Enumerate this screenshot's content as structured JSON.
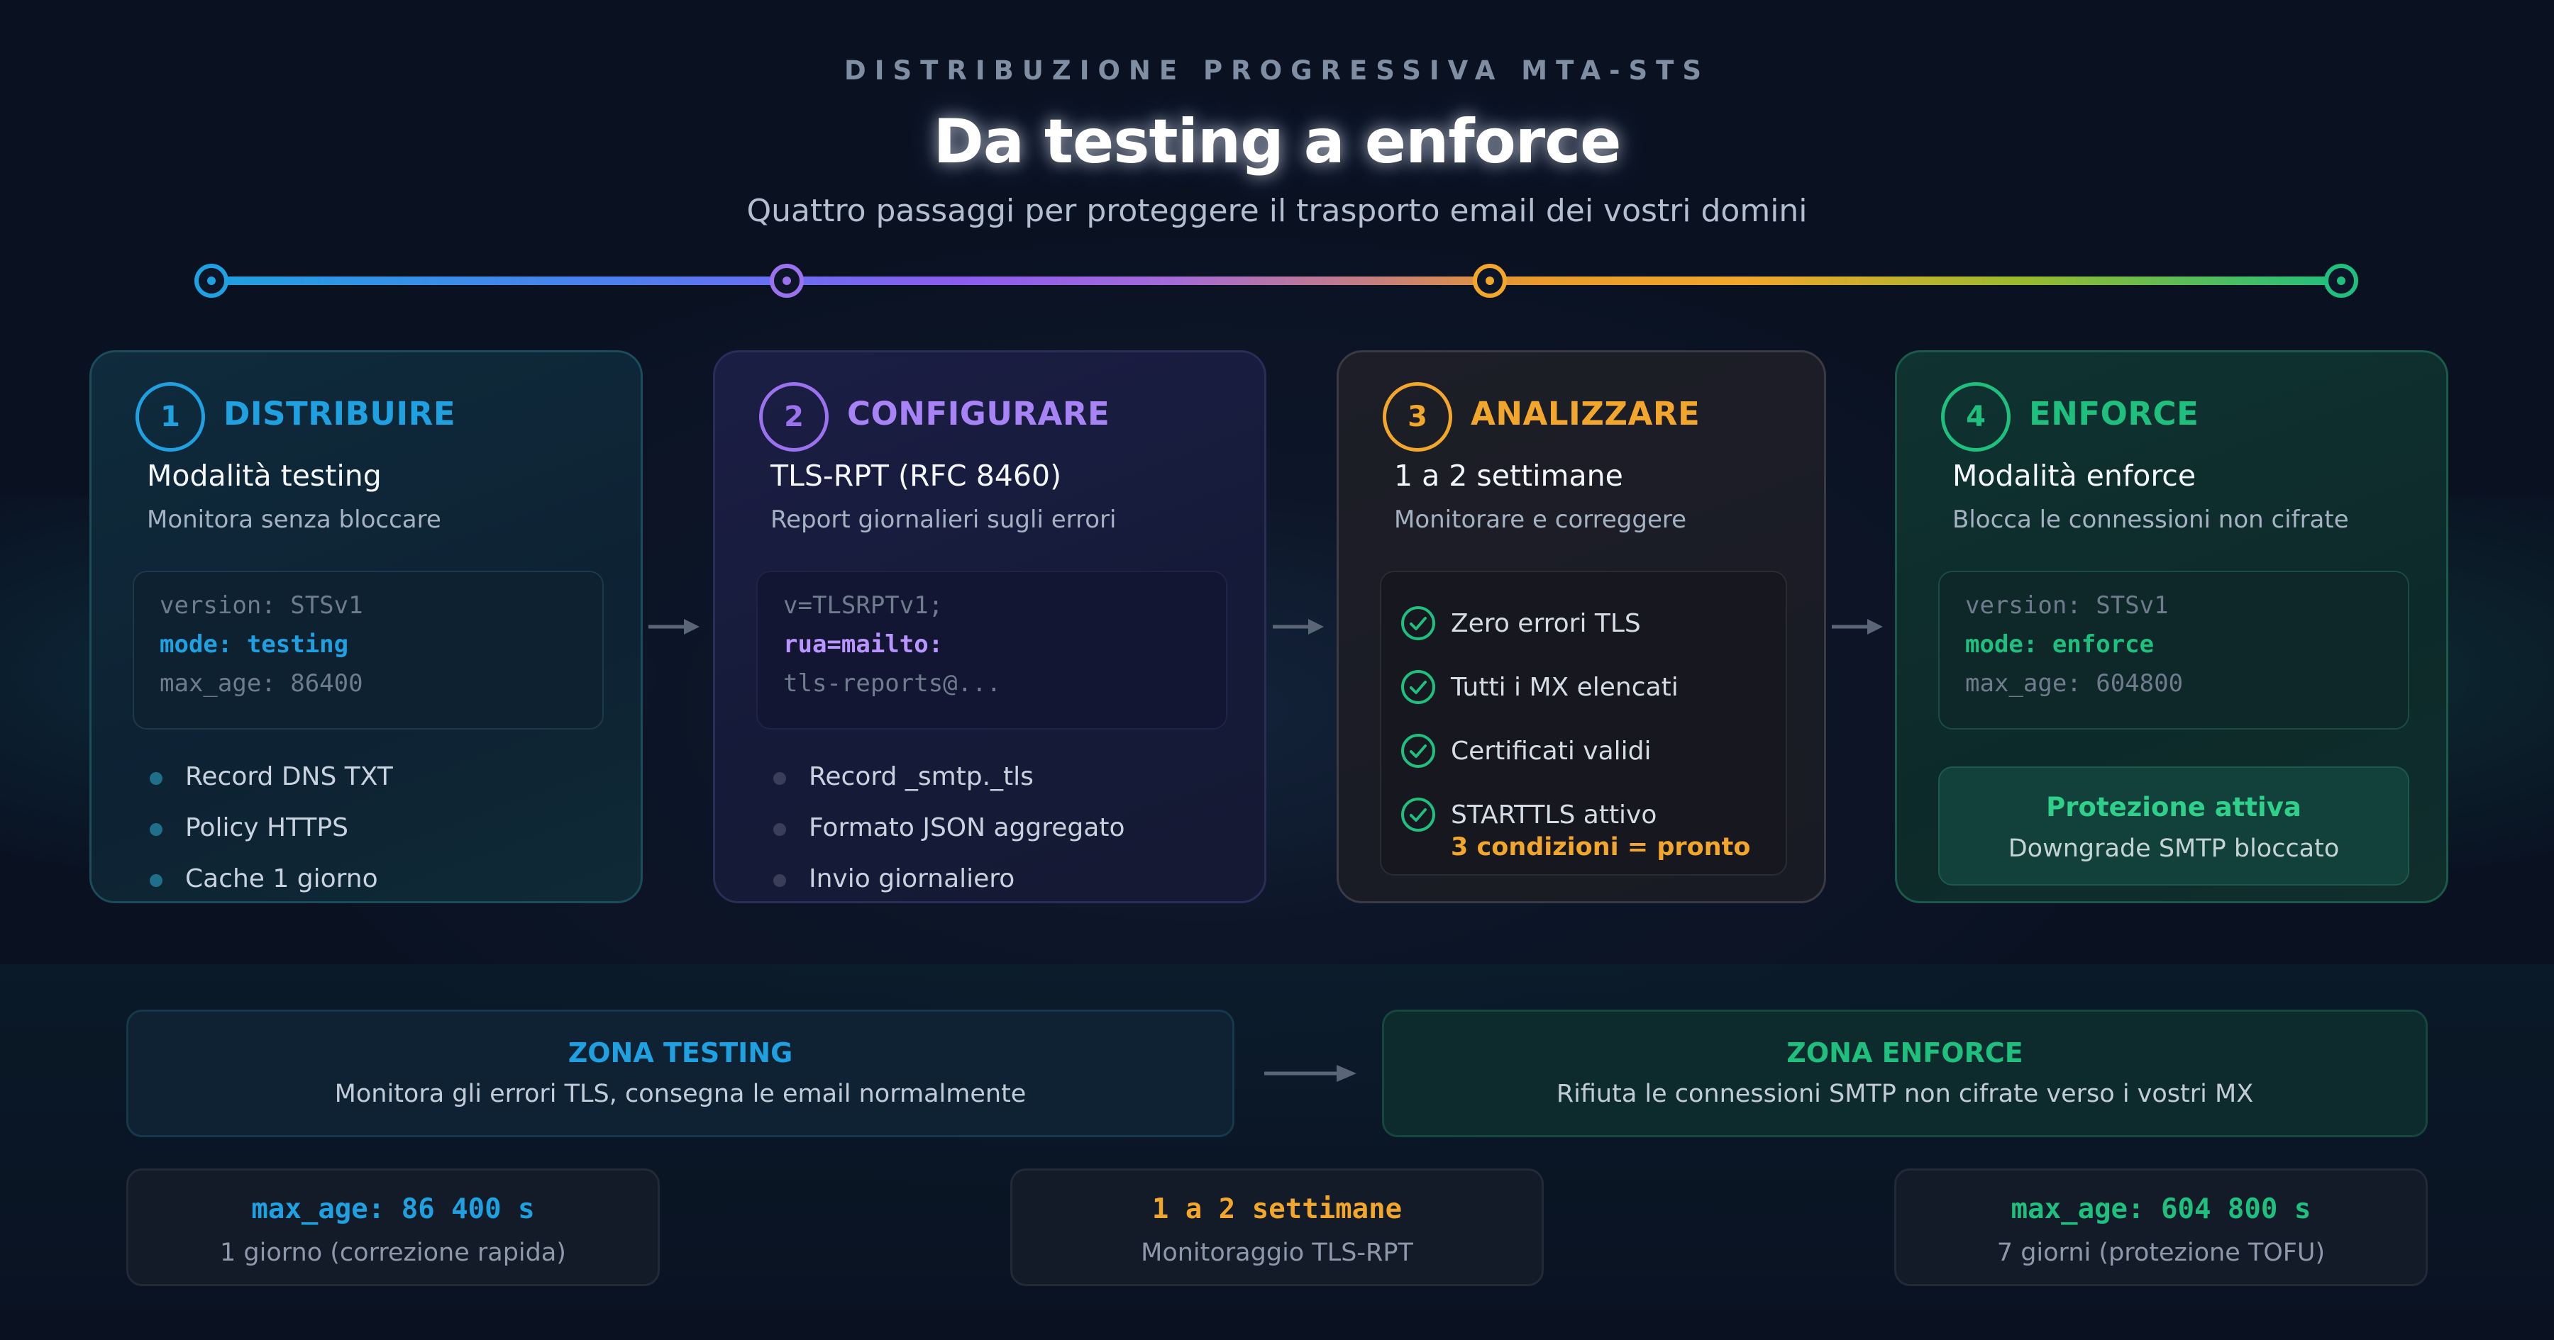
{
  "header": {
    "eyebrow": "DISTRIBUZIONE PROGRESSIVA MTA-STS",
    "title": "Da testing a enforce",
    "subtitle": "Quattro passaggi per proteggere il trasporto email dei vostri domini"
  },
  "colors": {
    "step1": "#1fa0e0",
    "step2": "#9b72ee",
    "step3": "#f2a62b",
    "step4": "#1fbf7e"
  },
  "steps": [
    {
      "number": "1",
      "name": "DISTRIBUIRE",
      "heading": "Modalità testing",
      "description": "Monitora senza bloccare",
      "code": [
        "version: STSv1",
        "mode: testing",
        "max_age: 86400"
      ],
      "bullets": [
        "Record DNS TXT",
        "Policy HTTPS",
        "Cache 1 giorno"
      ]
    },
    {
      "number": "2",
      "name": "CONFIGURARE",
      "heading": "TLS-RPT (RFC 8460)",
      "description": "Report giornalieri sugli errori",
      "code": [
        "v=TLSRPTv1;",
        "rua=mailto:",
        "tls-reports@..."
      ],
      "bullets": [
        "Record _smtp._tls",
        "Formato JSON aggregato",
        "Invio giornaliero"
      ]
    },
    {
      "number": "3",
      "name": "ANALIZZARE",
      "heading": "1 a 2 settimane",
      "description": "Monitorare e correggere",
      "checks": [
        "Zero errori TLS",
        "Tutti i MX elencati",
        "Certificati validi",
        "STARTTLS attivo"
      ],
      "note": "3 condizioni = pronto",
      "check_icon": "check-circle-icon"
    },
    {
      "number": "4",
      "name": "ENFORCE",
      "heading": "Modalità enforce",
      "description": "Blocca le connessioni non cifrate",
      "code": [
        "version: STSv1",
        "mode: enforce",
        "max_age: 604800"
      ],
      "protection_title": "Protezione attiva",
      "protection_desc": "Downgrade SMTP bloccato"
    }
  ],
  "zones": [
    {
      "title": "ZONA TESTING",
      "description": "Monitora gli errori TLS, consegna le email normalmente"
    },
    {
      "title": "ZONA ENFORCE",
      "description": "Rifiuta le connessioni SMTP non cifrate verso i vostri MX"
    }
  ],
  "stats": [
    {
      "value": "max_age: 86 400 s",
      "label": "1 giorno (correzione rapida)"
    },
    {
      "value": "1 a 2 settimane",
      "label": "Monitoraggio TLS-RPT"
    },
    {
      "value": "max_age: 604 800 s",
      "label": "7 giorni (protezione TOFU)"
    }
  ]
}
